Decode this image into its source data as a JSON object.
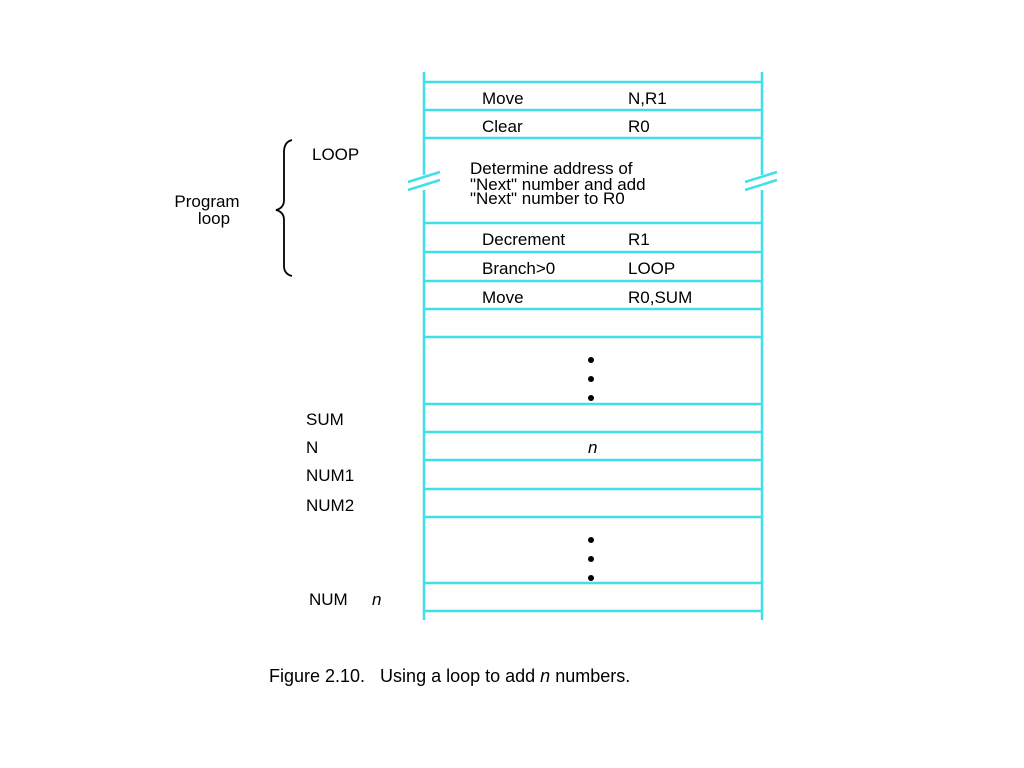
{
  "colors": {
    "memory_lines": "#40e0e8",
    "brace": "#000000",
    "text": "#000000"
  },
  "instructions": [
    {
      "op": "Move",
      "operand": "N,R1"
    },
    {
      "op": "Clear",
      "operand": "R0"
    },
    {
      "op": "Decrement",
      "operand": "R1"
    },
    {
      "op": "Branch>0",
      "operand": "LOOP"
    },
    {
      "op": "Move",
      "operand": "R0,SUM"
    }
  ],
  "loop_label": "LOOP",
  "loop_body_lines": [
    "Determine address of",
    "\"Next\" number and add",
    "\"Next\" number to R0"
  ],
  "program_loop_lines": [
    "Program",
    "loop"
  ],
  "data_labels": {
    "sum": "SUM",
    "n": "N",
    "num1": "NUM1",
    "num2": "NUM2",
    "num_n_prefix": "NUM",
    "num_n_suffix": "n"
  },
  "n_value": "n",
  "caption": {
    "prefix": "Figure 2.10.   Using a loop to add ",
    "italic": "n",
    "suffix": " numbers."
  }
}
